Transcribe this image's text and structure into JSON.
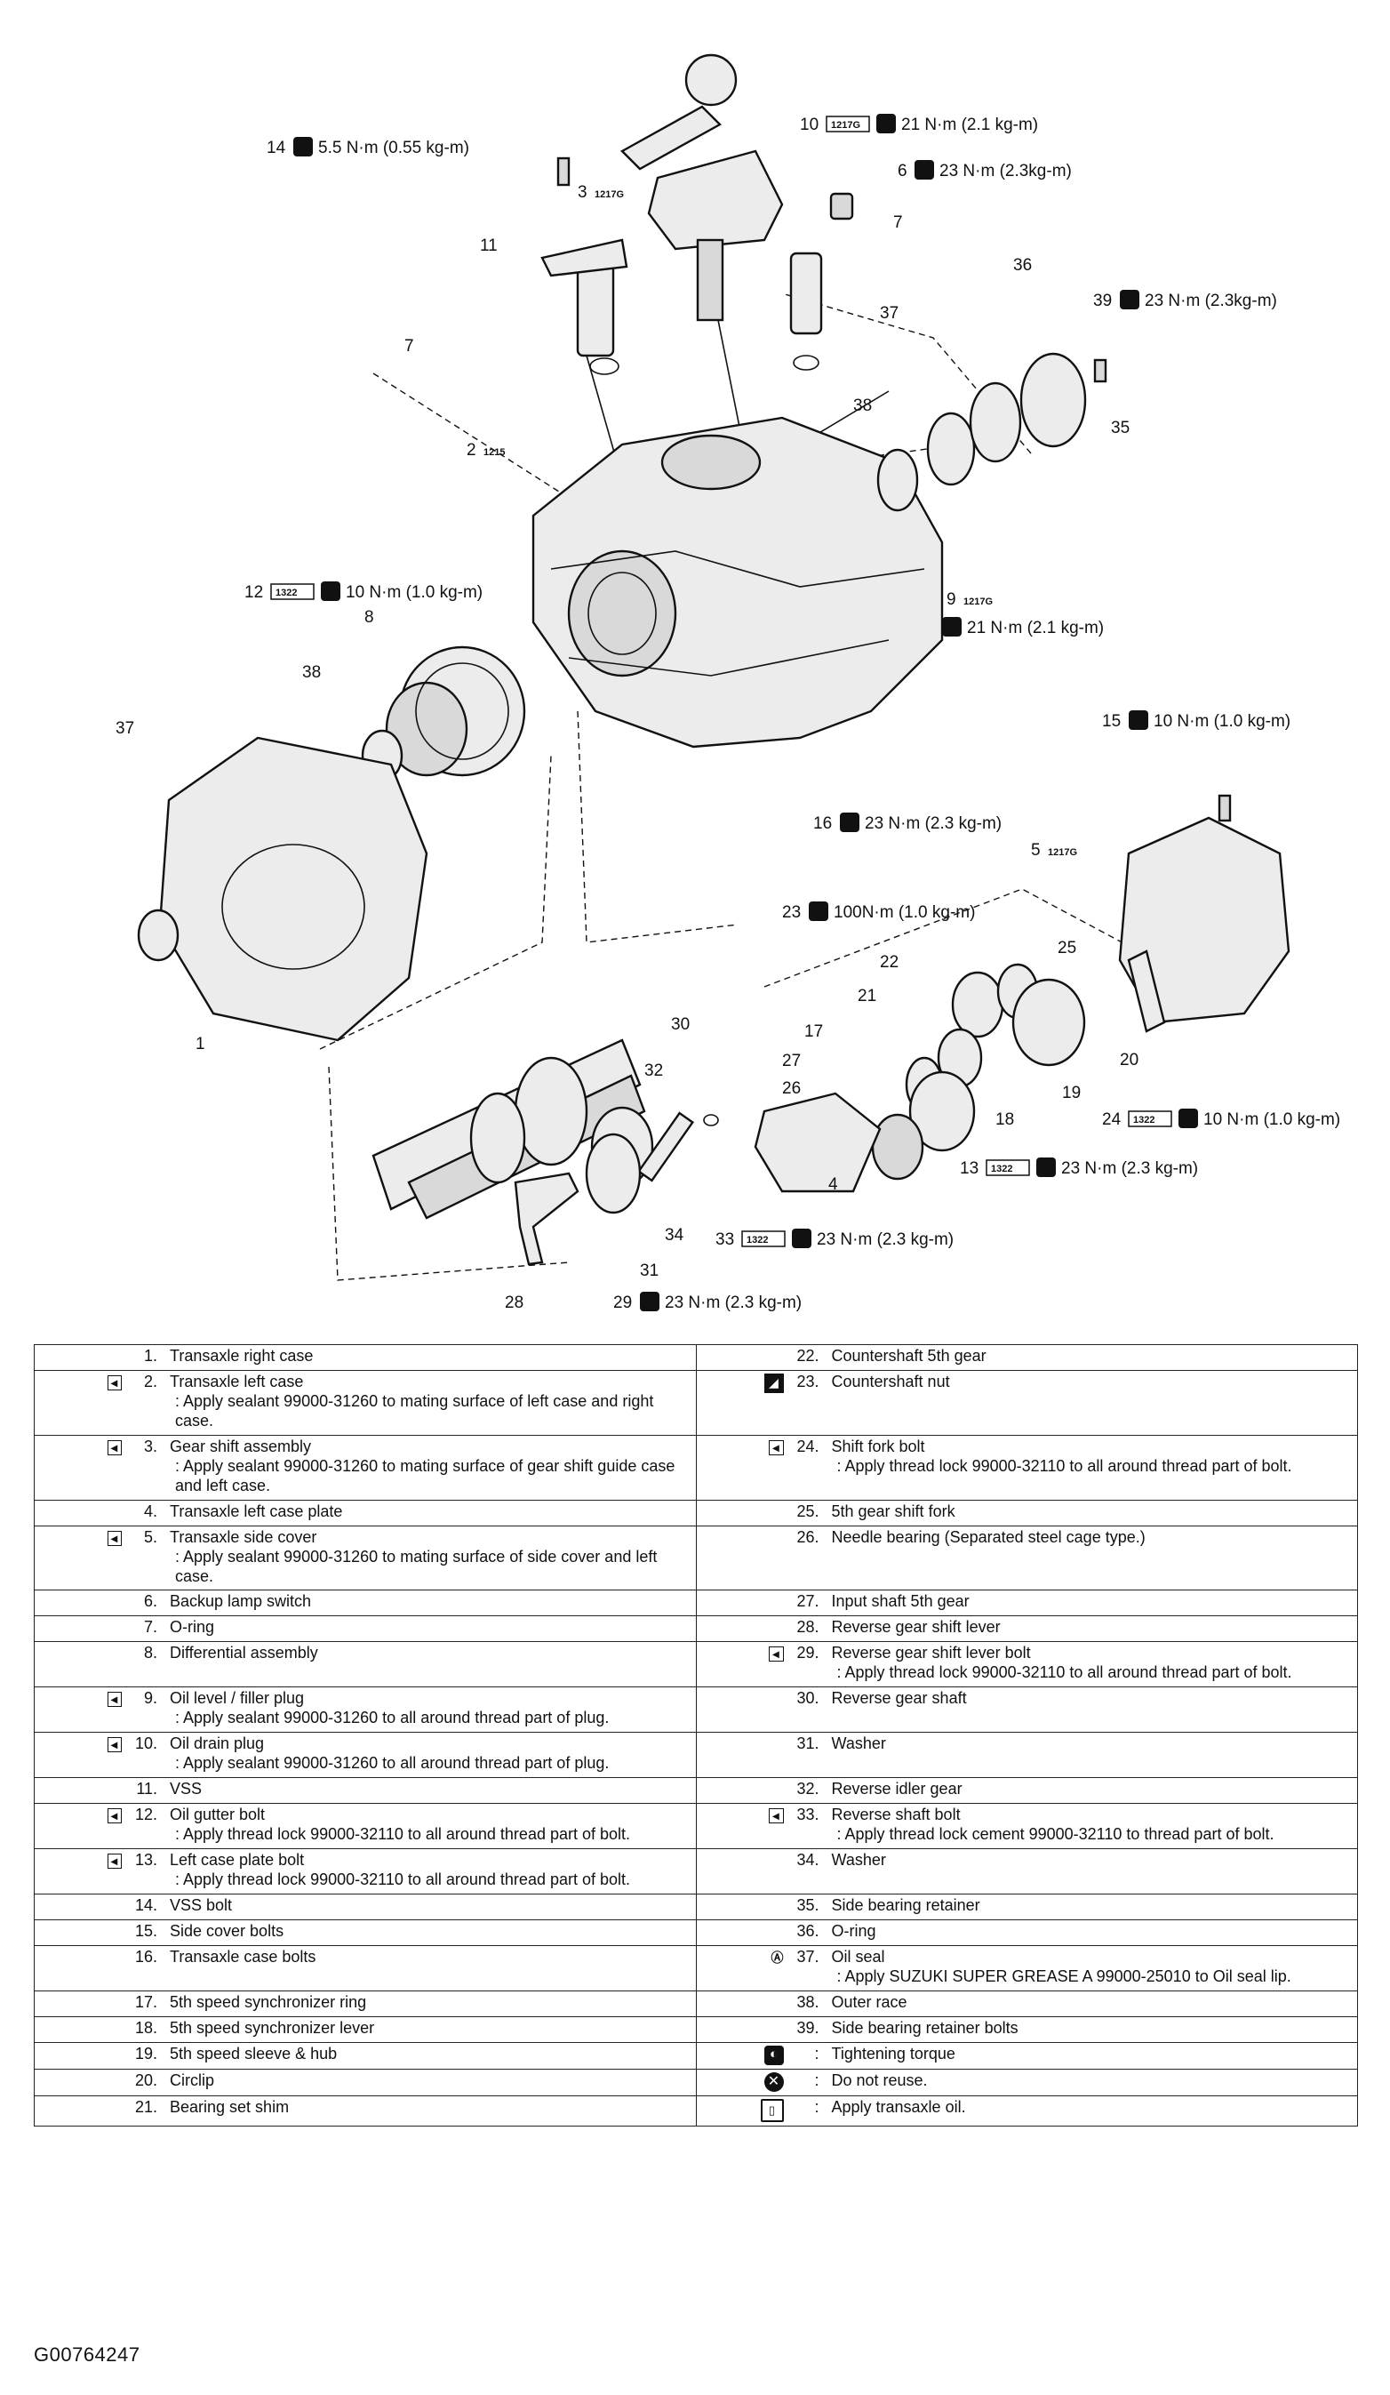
{
  "callouts": [
    {
      "num": "14",
      "spec": "5.5 N·m (0.55 kg-m)"
    },
    {
      "num": "3",
      "spec": "1217G"
    },
    {
      "num": "10",
      "spec": "21 N·m (2.1 kg-m)",
      "badge": "1217G"
    },
    {
      "num": "6",
      "spec": "23 N·m (2.3kg-m)"
    },
    {
      "num": "7",
      "spec": ""
    },
    {
      "num": "36",
      "spec": ""
    },
    {
      "num": "39",
      "spec": "23 N·m (2.3kg-m)"
    },
    {
      "num": "11",
      "spec": ""
    },
    {
      "num": "7",
      "spec": ""
    },
    {
      "num": "37",
      "spec": ""
    },
    {
      "num": "38",
      "spec": ""
    },
    {
      "num": "35",
      "spec": ""
    },
    {
      "num": "2",
      "spec": "1215"
    },
    {
      "num": "12",
      "spec": "10 N·m (1.0 kg-m)",
      "badge": "1322"
    },
    {
      "num": "8",
      "spec": ""
    },
    {
      "num": "9",
      "spec": "1217G"
    },
    {
      "num": "",
      "spec": "21 N·m (2.1 kg-m)"
    },
    {
      "num": "38",
      "spec": ""
    },
    {
      "num": "37",
      "spec": ""
    },
    {
      "num": "15",
      "spec": "10 N·m (1.0 kg-m)"
    },
    {
      "num": "16",
      "spec": "23 N·m (2.3 kg-m)"
    },
    {
      "num": "5",
      "spec": "1217G"
    },
    {
      "num": "23",
      "spec": "100N·m (1.0 kg-m)"
    },
    {
      "num": "25",
      "spec": ""
    },
    {
      "num": "22",
      "spec": ""
    },
    {
      "num": "21",
      "spec": ""
    },
    {
      "num": "17",
      "spec": ""
    },
    {
      "num": "27",
      "spec": ""
    },
    {
      "num": "26",
      "spec": ""
    },
    {
      "num": "20",
      "spec": ""
    },
    {
      "num": "19",
      "spec": ""
    },
    {
      "num": "18",
      "spec": ""
    },
    {
      "num": "24",
      "spec": "10 N·m (1.0 kg-m)",
      "badge": "1322"
    },
    {
      "num": "1",
      "spec": ""
    },
    {
      "num": "30",
      "spec": ""
    },
    {
      "num": "32",
      "spec": ""
    },
    {
      "num": "13",
      "spec": "23 N·m (2.3 kg-m)",
      "badge": "1322"
    },
    {
      "num": "4",
      "spec": ""
    },
    {
      "num": "34",
      "spec": ""
    },
    {
      "num": "33",
      "spec": "23 N·m (2.3 kg-m)",
      "badge": "1322"
    },
    {
      "num": "31",
      "spec": ""
    },
    {
      "num": "28",
      "spec": ""
    },
    {
      "num": "29",
      "spec": "23 N·m (2.3 kg-m)"
    }
  ],
  "legend": {
    "left": [
      {
        "num": "1.",
        "label": "Transaxle right case",
        "note": ""
      },
      {
        "num": "2.",
        "label": "Transaxle left case",
        "note": ": Apply sealant 99000-31260 to mating surface of left case and right case.",
        "badge": "1217G"
      },
      {
        "num": "3.",
        "label": "Gear shift assembly",
        "note": ": Apply sealant 99000-31260 to mating surface of gear shift guide case and left case.",
        "badge": "1217G"
      },
      {
        "num": "4.",
        "label": "Transaxle left case plate",
        "note": ""
      },
      {
        "num": "5.",
        "label": "Transaxle side cover",
        "note": ": Apply sealant 99000-31260 to mating surface of side cover and left case.",
        "badge": "1217G"
      },
      {
        "num": "6.",
        "label": "Backup lamp switch",
        "note": ""
      },
      {
        "num": "7.",
        "label": "O-ring",
        "note": ""
      },
      {
        "num": "8.",
        "label": "Differential assembly",
        "note": ""
      },
      {
        "num": "9.",
        "label": "Oil level / filler plug",
        "note": ": Apply sealant 99000-31260 to all around thread part of plug.",
        "badge": "1217G"
      },
      {
        "num": "10.",
        "label": "Oil drain plug",
        "note": ": Apply sealant 99000-31260 to all around thread part of plug.",
        "badge": "1217G"
      },
      {
        "num": "11.",
        "label": "VSS",
        "note": ""
      },
      {
        "num": "12.",
        "label": "Oil gutter bolt",
        "note": ": Apply thread lock 99000-32110 to all around thread part of bolt.",
        "badge": "1322"
      },
      {
        "num": "13.",
        "label": "Left case plate bolt",
        "note": ": Apply thread lock 99000-32110 to all around thread part of bolt.",
        "badge": "1322"
      },
      {
        "num": "14.",
        "label": "VSS bolt",
        "note": ""
      },
      {
        "num": "15.",
        "label": "Side cover bolts",
        "note": ""
      },
      {
        "num": "16.",
        "label": "Transaxle case bolts",
        "note": ""
      },
      {
        "num": "17.",
        "label": "5th speed synchronizer ring",
        "note": ""
      },
      {
        "num": "18.",
        "label": "5th speed synchronizer lever",
        "note": ""
      },
      {
        "num": "19.",
        "label": "5th speed sleeve & hub",
        "note": ""
      },
      {
        "num": "20.",
        "label": "Circlip",
        "note": ""
      },
      {
        "num": "21.",
        "label": "Bearing set shim",
        "note": ""
      }
    ],
    "right": [
      {
        "num": "22.",
        "label": "Countershaft 5th gear",
        "note": ""
      },
      {
        "num": "23.",
        "label": "Countershaft nut",
        "note": "",
        "symbol": "nut"
      },
      {
        "num": "24.",
        "label": "Shift fork bolt",
        "note": ": Apply thread lock 99000-32110 to all around thread part of bolt.",
        "badge": "1322"
      },
      {
        "num": "25.",
        "label": "5th gear shift fork",
        "note": ""
      },
      {
        "num": "26.",
        "label": "Needle bearing (Separated steel cage type.)",
        "note": ""
      },
      {
        "num": "27.",
        "label": "Input shaft 5th gear",
        "note": ""
      },
      {
        "num": "28.",
        "label": "Reverse gear shift lever",
        "note": ""
      },
      {
        "num": "29.",
        "label": "Reverse gear shift lever bolt",
        "note": ": Apply thread lock 99000-32110 to all around thread part of bolt.",
        "badge": "1322"
      },
      {
        "num": "30.",
        "label": "Reverse gear shaft",
        "note": ""
      },
      {
        "num": "31.",
        "label": "Washer",
        "note": ""
      },
      {
        "num": "32.",
        "label": "Reverse idler gear",
        "note": ""
      },
      {
        "num": "33.",
        "label": "Reverse shaft bolt",
        "note": ": Apply thread lock cement 99000-32110 to thread part of bolt.",
        "badge": "1322"
      },
      {
        "num": "34.",
        "label": "Washer",
        "note": ""
      },
      {
        "num": "35.",
        "label": "Side bearing retainer",
        "note": ""
      },
      {
        "num": "36.",
        "label": "O-ring",
        "note": ""
      },
      {
        "num": "37.",
        "label": "Oil seal",
        "note": ": Apply SUZUKI SUPER GREASE A 99000-25010 to Oil seal lip.",
        "symbol": "grease"
      },
      {
        "num": "38.",
        "label": "Outer race",
        "note": ""
      },
      {
        "num": "39.",
        "label": "Side bearing retainer bolts",
        "note": ""
      },
      {
        "num": ":",
        "label": "Tightening torque",
        "note": "",
        "symbol": "torque"
      },
      {
        "num": ":",
        "label": "Do not reuse.",
        "note": "",
        "symbol": "noreuse"
      },
      {
        "num": ":",
        "label": "Apply transaxle oil.",
        "note": "",
        "symbol": "oil"
      }
    ]
  },
  "figure_id": "G00764247",
  "icons": {
    "torque": "torque-wrench-icon",
    "noreuse": "do-not-reuse-icon",
    "oil": "oil-can-icon",
    "grease": "grease-icon",
    "nut": "nut-icon",
    "sealant": "sealant-tube-icon"
  }
}
